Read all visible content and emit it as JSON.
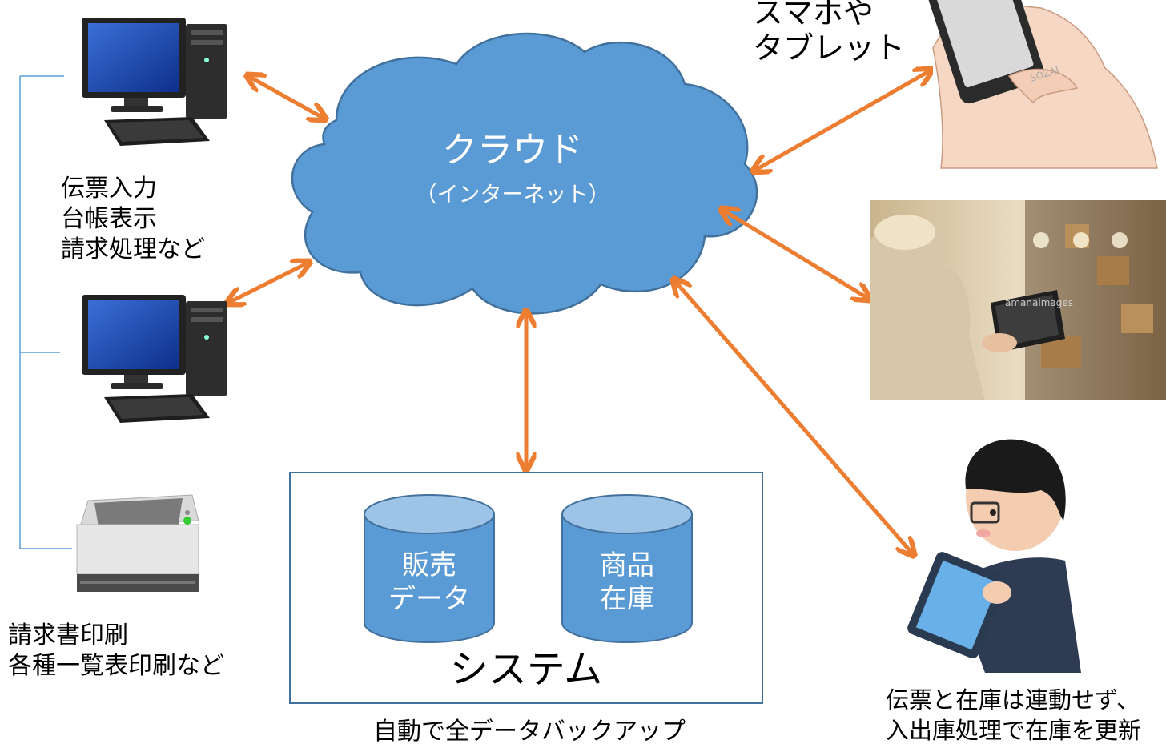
{
  "cloud": {
    "title": "クラウド",
    "subtitle": "（インターネット）"
  },
  "left_pc_caption": [
    "伝票入力",
    "台帳表示",
    "請求処理など"
  ],
  "printer_caption": [
    "請求書印刷",
    "各種一覧表印刷など"
  ],
  "smartphone_caption": [
    "スマホや",
    "タブレット"
  ],
  "system": {
    "label": "システム",
    "db1": [
      "販売",
      "データ"
    ],
    "db2": [
      "商品",
      "在庫"
    ],
    "caption": "自動で全データバックアップ"
  },
  "worker_caption": [
    "伝票と在庫は連動せず、",
    "入出庫処理で在庫を更新"
  ],
  "photo_watermark": "amanaimages",
  "phone_brand": "SOZAI",
  "colors": {
    "cloud_fill": "#5b9bd5",
    "cloud_stroke": "#41719c",
    "arrow": "#ed7d31",
    "db_fill": "#5b9bd5",
    "db_top": "#9dc3e6",
    "bracket": "#5b9bd5",
    "system_border": "#41719c"
  },
  "icons": [
    "desktop-pc-icon",
    "printer-icon",
    "smartphone-hands-icon",
    "warehouse-tablet-photo",
    "worker-tablet-illustration",
    "database-cylinder-icon",
    "cloud-icon",
    "double-arrow-icon"
  ]
}
